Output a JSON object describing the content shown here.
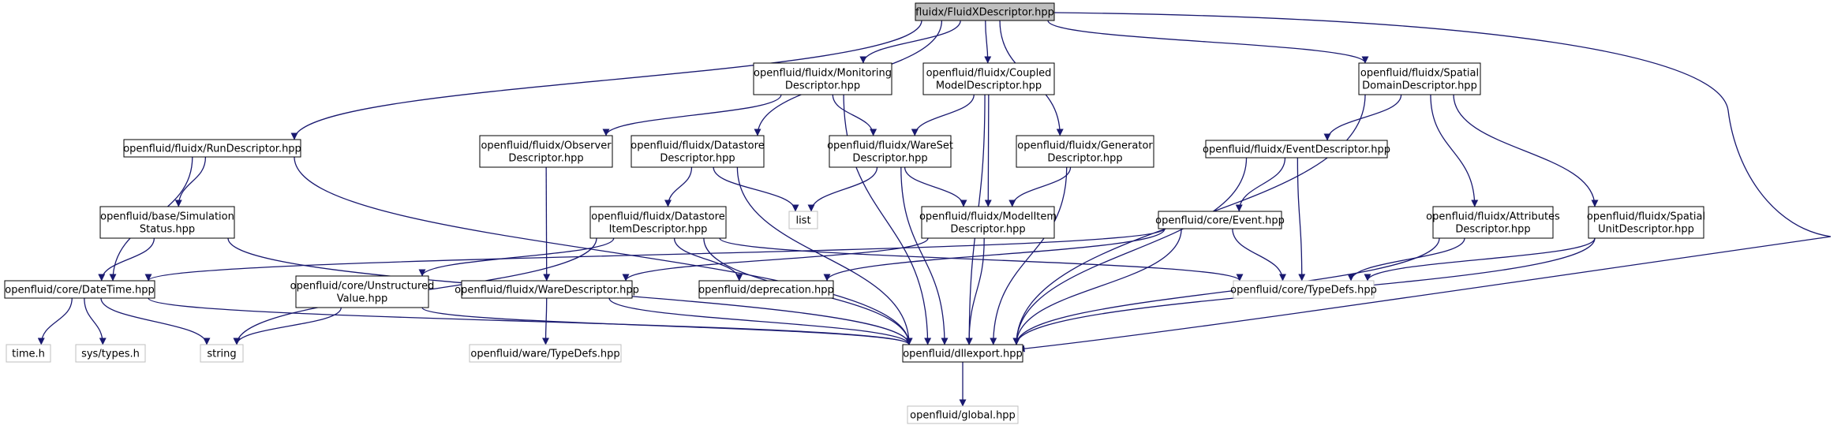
{
  "graph": {
    "title": "fluidx/FluidXDescriptor.hpp",
    "colors": {
      "edge": "#191970",
      "root_fill": "#bfbfbf",
      "node_border": "#000000",
      "external_border": "#bfbfbf",
      "background": "#ffffff"
    },
    "nodes": [
      {
        "id": "root",
        "lines": [
          "fluidx/FluidXDescriptor.hpp"
        ],
        "kind": "root"
      },
      {
        "id": "run",
        "lines": [
          "openfluid/fluidx/RunDescriptor.hpp"
        ],
        "kind": "internal"
      },
      {
        "id": "monitoring",
        "lines": [
          "openfluid/fluidx/Monitoring",
          "Descriptor.hpp"
        ],
        "kind": "internal"
      },
      {
        "id": "observer",
        "lines": [
          "openfluid/fluidx/Observer",
          "Descriptor.hpp"
        ],
        "kind": "internal"
      },
      {
        "id": "datastore",
        "lines": [
          "openfluid/fluidx/Datastore",
          "Descriptor.hpp"
        ],
        "kind": "internal"
      },
      {
        "id": "coupled",
        "lines": [
          "openfluid/fluidx/Coupled",
          "ModelDescriptor.hpp"
        ],
        "kind": "internal"
      },
      {
        "id": "wareset",
        "lines": [
          "openfluid/fluidx/WareSet",
          "Descriptor.hpp"
        ],
        "kind": "internal"
      },
      {
        "id": "generator",
        "lines": [
          "openfluid/fluidx/Generator",
          "Descriptor.hpp"
        ],
        "kind": "internal"
      },
      {
        "id": "spatialdomain",
        "lines": [
          "openfluid/fluidx/Spatial",
          "DomainDescriptor.hpp"
        ],
        "kind": "internal"
      },
      {
        "id": "eventdesc",
        "lines": [
          "openfluid/fluidx/EventDescriptor.hpp"
        ],
        "kind": "internal"
      },
      {
        "id": "simstatus",
        "lines": [
          "openfluid/base/Simulation",
          "Status.hpp"
        ],
        "kind": "internal"
      },
      {
        "id": "datastoreitem",
        "lines": [
          "openfluid/fluidx/Datastore",
          "ItemDescriptor.hpp"
        ],
        "kind": "internal"
      },
      {
        "id": "list",
        "lines": [
          "list"
        ],
        "kind": "external"
      },
      {
        "id": "modelitem",
        "lines": [
          "openfluid/fluidx/ModelItem",
          "Descriptor.hpp"
        ],
        "kind": "internal"
      },
      {
        "id": "event",
        "lines": [
          "openfluid/core/Event.hpp"
        ],
        "kind": "internal"
      },
      {
        "id": "attributes",
        "lines": [
          "openfluid/fluidx/Attributes",
          "Descriptor.hpp"
        ],
        "kind": "internal"
      },
      {
        "id": "spatialunit",
        "lines": [
          "openfluid/fluidx/Spatial",
          "UnitDescriptor.hpp"
        ],
        "kind": "internal"
      },
      {
        "id": "datetime",
        "lines": [
          "openfluid/core/DateTime.hpp"
        ],
        "kind": "internal"
      },
      {
        "id": "unstructured",
        "lines": [
          "openfluid/core/Unstructured",
          "Value.hpp"
        ],
        "kind": "internal"
      },
      {
        "id": "waredesc",
        "lines": [
          "openfluid/fluidx/WareDescriptor.hpp"
        ],
        "kind": "internal"
      },
      {
        "id": "deprecation",
        "lines": [
          "openfluid/deprecation.hpp"
        ],
        "kind": "internal"
      },
      {
        "id": "coretypedefs",
        "lines": [
          "openfluid/core/TypeDefs.hpp"
        ],
        "kind": "external"
      },
      {
        "id": "timeh",
        "lines": [
          "time.h"
        ],
        "kind": "external"
      },
      {
        "id": "systypes",
        "lines": [
          "sys/types.h"
        ],
        "kind": "external"
      },
      {
        "id": "string",
        "lines": [
          "string"
        ],
        "kind": "external"
      },
      {
        "id": "waretypedefs",
        "lines": [
          "openfluid/ware/TypeDefs.hpp"
        ],
        "kind": "external"
      },
      {
        "id": "dllexport",
        "lines": [
          "openfluid/dllexport.hpp"
        ],
        "kind": "internal"
      },
      {
        "id": "global",
        "lines": [
          "openfluid/global.hpp"
        ],
        "kind": "external"
      }
    ],
    "edges": [
      [
        "root",
        "run"
      ],
      [
        "root",
        "monitoring"
      ],
      [
        "root",
        "datastore"
      ],
      [
        "root",
        "coupled"
      ],
      [
        "root",
        "generator"
      ],
      [
        "root",
        "spatialdomain"
      ],
      [
        "root",
        "dllexport"
      ],
      [
        "run",
        "simstatus"
      ],
      [
        "run",
        "datetime"
      ],
      [
        "run",
        "dllexport"
      ],
      [
        "monitoring",
        "observer"
      ],
      [
        "monitoring",
        "wareset"
      ],
      [
        "monitoring",
        "dllexport"
      ],
      [
        "observer",
        "waredesc"
      ],
      [
        "datastore",
        "datastoreitem"
      ],
      [
        "datastore",
        "list"
      ],
      [
        "datastore",
        "dllexport"
      ],
      [
        "coupled",
        "wareset"
      ],
      [
        "coupled",
        "modelitem"
      ],
      [
        "coupled",
        "dllexport"
      ],
      [
        "wareset",
        "list"
      ],
      [
        "wareset",
        "modelitem"
      ],
      [
        "wareset",
        "dllexport"
      ],
      [
        "generator",
        "modelitem"
      ],
      [
        "generator",
        "dllexport"
      ],
      [
        "spatialdomain",
        "eventdesc"
      ],
      [
        "spatialdomain",
        "attributes"
      ],
      [
        "spatialdomain",
        "spatialunit"
      ],
      [
        "spatialdomain",
        "dllexport"
      ],
      [
        "eventdesc",
        "event"
      ],
      [
        "eventdesc",
        "coretypedefs"
      ],
      [
        "eventdesc",
        "dllexport"
      ],
      [
        "simstatus",
        "datetime"
      ],
      [
        "simstatus",
        "dllexport"
      ],
      [
        "datastoreitem",
        "unstructured"
      ],
      [
        "datastoreitem",
        "deprecation"
      ],
      [
        "datastoreitem",
        "string"
      ],
      [
        "datastoreitem",
        "coretypedefs"
      ],
      [
        "datastoreitem",
        "dllexport"
      ],
      [
        "modelitem",
        "waredesc"
      ],
      [
        "modelitem",
        "dllexport"
      ],
      [
        "event",
        "datetime"
      ],
      [
        "event",
        "deprecation"
      ],
      [
        "event",
        "coretypedefs"
      ],
      [
        "event",
        "dllexport"
      ],
      [
        "attributes",
        "coretypedefs"
      ],
      [
        "attributes",
        "dllexport"
      ],
      [
        "spatialunit",
        "coretypedefs"
      ],
      [
        "spatialunit",
        "dllexport"
      ],
      [
        "datetime",
        "timeh"
      ],
      [
        "datetime",
        "systypes"
      ],
      [
        "datetime",
        "string"
      ],
      [
        "datetime",
        "dllexport"
      ],
      [
        "unstructured",
        "string"
      ],
      [
        "unstructured",
        "dllexport"
      ],
      [
        "waredesc",
        "waretypedefs"
      ],
      [
        "waredesc",
        "dllexport"
      ],
      [
        "dllexport",
        "global"
      ]
    ]
  }
}
